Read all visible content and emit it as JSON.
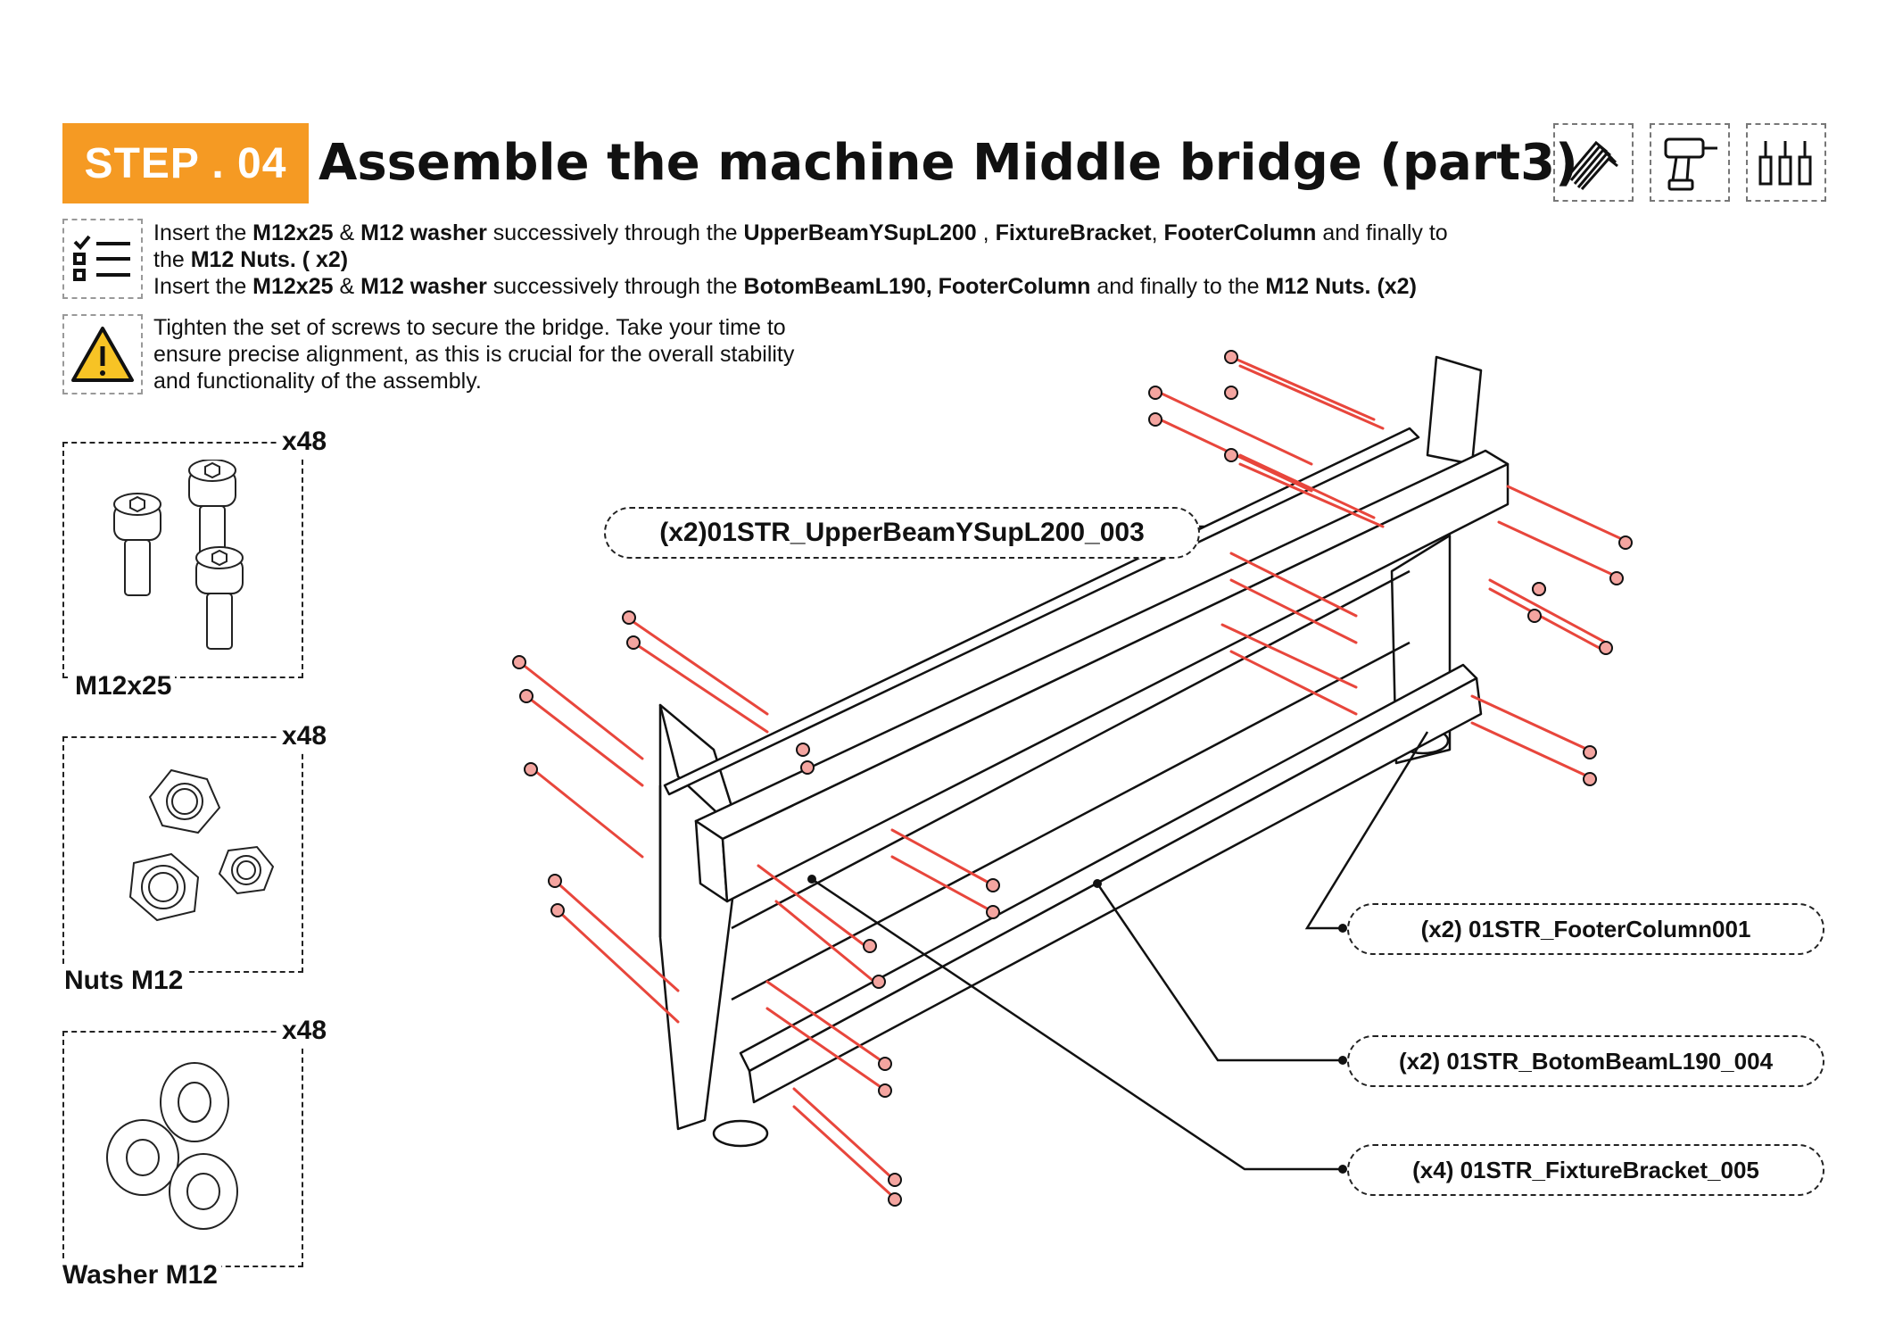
{
  "header": {
    "step_label": "STEP . 04",
    "title": "Assemble the machine Middle bridge (part3)",
    "accent_color": "#f59a23",
    "tools": [
      "allen-keys-icon",
      "power-drill-icon",
      "screwdriver-bits-icon"
    ]
  },
  "instructions": {
    "line1": {
      "t1": "Insert the ",
      "b1": "M12x25",
      "t2": " & ",
      "b2": "M12 washer",
      "t3": " successively through the ",
      "b3": "UpperBeamYSupL200",
      "t4": " , ",
      "b4": "FixtureBracket",
      "t5": ", ",
      "b5": "FooterColumn",
      "t6": " and finally to"
    },
    "line2": {
      "t1": "the ",
      "b1": "M12 Nuts. ( x2)"
    },
    "line3": {
      "t1": "Insert the ",
      "b1": "M12x25",
      "t2": " & ",
      "b2": "M12 washer",
      "t3": " successively through the ",
      "b3": "BotomBeamL190, FooterColumn",
      "t4": " and finally to the ",
      "b4": "M12 Nuts. (x2)"
    }
  },
  "warning": {
    "line1": "Tighten the set of  screws to secure the bridge. Take your time to",
    "line2": "ensure precise alignment, as this is crucial for the overall stability",
    "line3": "and functionality of the assembly."
  },
  "parts": [
    {
      "name": "M12x25",
      "qty": "x48"
    },
    {
      "name": "Nuts M12",
      "qty": "x48"
    },
    {
      "name": "Washer M12",
      "qty": "x48"
    }
  ],
  "callouts": {
    "upper_beam": "(x2)01STR_UpperBeamYSupL200_003",
    "footer_column": "(x2) 01STR_FooterColumn001",
    "bottom_beam": "(x2) 01STR_BotomBeamL190_004",
    "fixture_bracket": "(x4) 01STR_FixtureBracket_005"
  },
  "colors": {
    "screw": "#e8463c",
    "line": "#111111"
  }
}
